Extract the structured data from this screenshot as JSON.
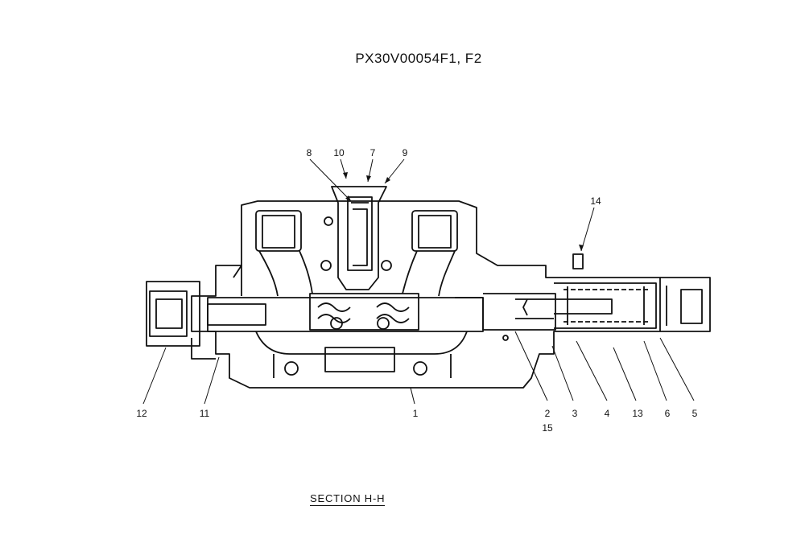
{
  "drawing": {
    "title": "PX30V00054F1, F2",
    "section_label": "SECTION  H-H"
  },
  "callouts": [
    {
      "id": "c8",
      "label": "8"
    },
    {
      "id": "c10",
      "label": "10"
    },
    {
      "id": "c7",
      "label": "7"
    },
    {
      "id": "c9",
      "label": "9"
    },
    {
      "id": "c14",
      "label": "14"
    },
    {
      "id": "c12",
      "label": "12"
    },
    {
      "id": "c11",
      "label": "11"
    },
    {
      "id": "c1",
      "label": "1"
    },
    {
      "id": "c2",
      "label": "2"
    },
    {
      "id": "c15",
      "label": "15"
    },
    {
      "id": "c3",
      "label": "3"
    },
    {
      "id": "c4",
      "label": "4"
    },
    {
      "id": "c13",
      "label": "13"
    },
    {
      "id": "c6",
      "label": "6"
    },
    {
      "id": "c5",
      "label": "5"
    }
  ]
}
